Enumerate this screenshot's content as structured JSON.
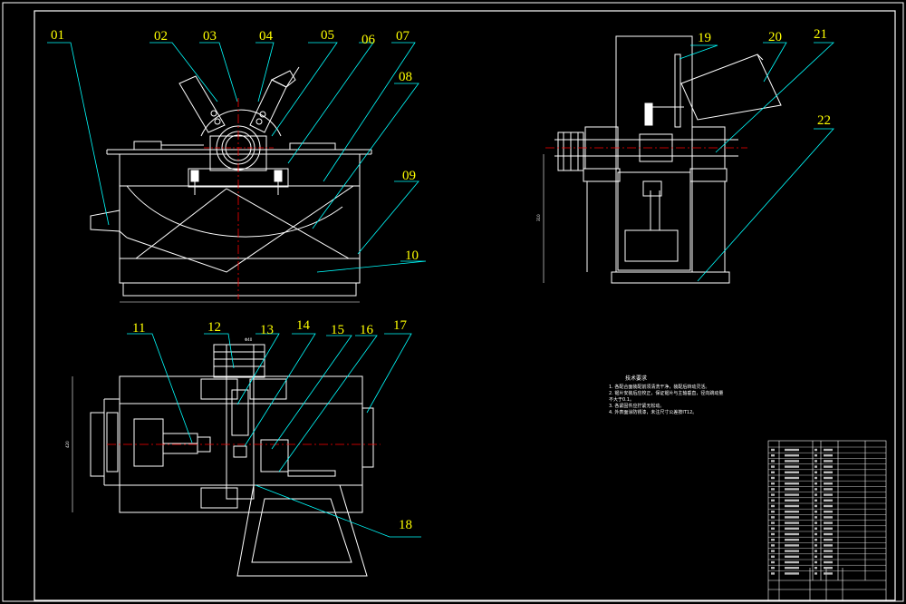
{
  "labels": {
    "p01": "01",
    "p02": "02",
    "p03": "03",
    "p04": "04",
    "p05": "05",
    "p06": "06",
    "p07": "07",
    "p08": "08",
    "p09": "09",
    "p10": "10",
    "p11": "11",
    "p12": "12",
    "p13": "13",
    "p14": "14",
    "p15": "15",
    "p16": "16",
    "p17": "17",
    "p18": "18",
    "p19": "19",
    "p20": "20",
    "p21": "21",
    "p22": "22"
  },
  "dimensions": {
    "side_height": "310",
    "plan_depth": "420",
    "shaft_dim": "Φ40"
  },
  "notes": {
    "heading": "技术要求",
    "line1": "1. 各配合面装配前须清洗干净，装配后转动灵活。",
    "line2": "2. 锯片安装后应校正，保证锯片与主轴垂直，径向跳动量",
    "line3": "   不大于0.1。",
    "line4": "3. 各紧固件应拧紧无松动。",
    "line5": "4. 外表面涂防锈漆，未注尺寸公差按IT12。"
  },
  "colors": {
    "frame": "#ffffff",
    "leader": "#00ffff",
    "label": "#ffff00",
    "centerline": "#ff0000",
    "hatch": "#c0c0c0"
  }
}
